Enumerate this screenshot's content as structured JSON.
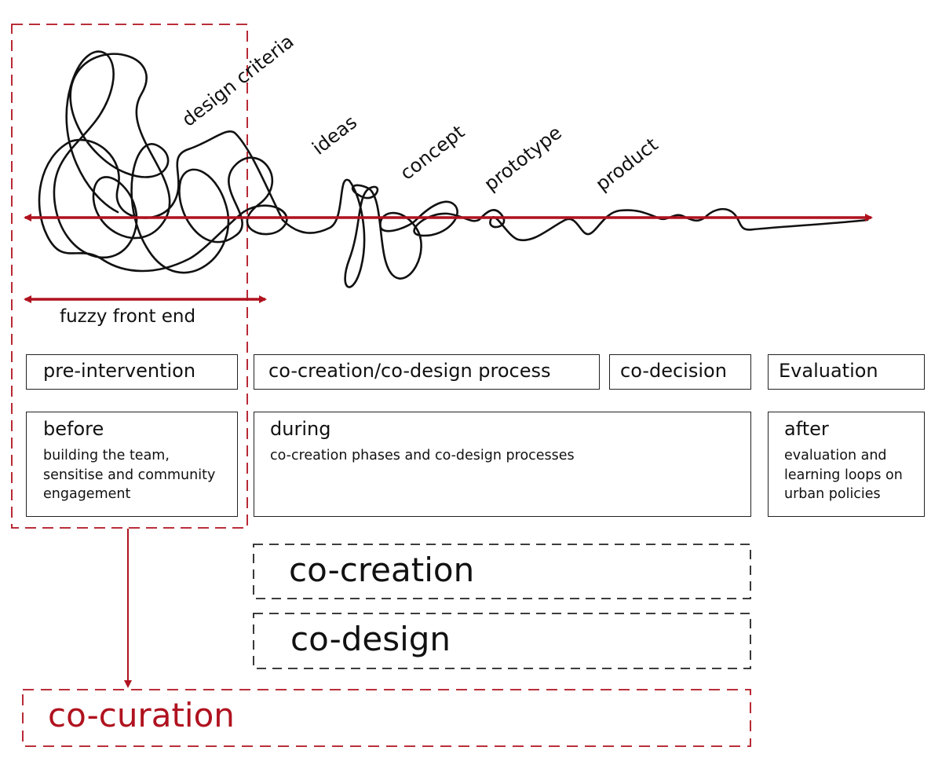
{
  "stages": {
    "design_criteria": "design criteria",
    "ideas": "ideas",
    "concept": "concept",
    "prototype": "prototype",
    "product": "product"
  },
  "fuzzy_front_end": "fuzzy front end",
  "phases": {
    "pre_intervention": "pre-intervention",
    "co_creation_co_design_process": "co-creation/co-design process",
    "co_decision": "co-decision",
    "evaluation": "Evaluation"
  },
  "periods": {
    "before": {
      "title": "before",
      "desc": "building the team, sensitise and community engagement"
    },
    "during": {
      "title": "during",
      "desc": "co-creation phases and co-design processes"
    },
    "after": {
      "title": "after",
      "desc": "evaluation and learning loops on urban policies"
    }
  },
  "modes": {
    "co_creation": "co-creation",
    "co_design": "co-design",
    "co_curation": "co-curation"
  },
  "colors": {
    "accent": "#b0121f",
    "ink": "#111111"
  }
}
